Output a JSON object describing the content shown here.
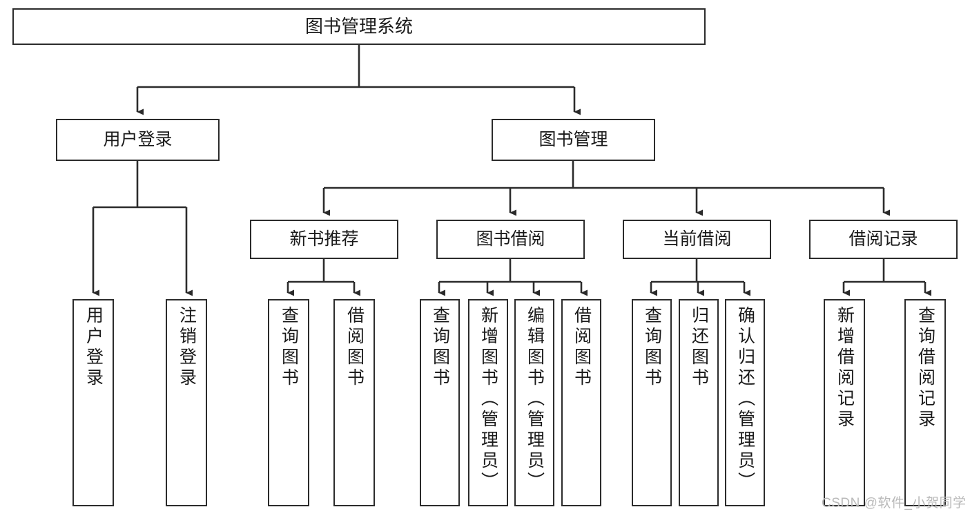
{
  "diagram": {
    "title": "图书管理系统",
    "type": "tree-hierarchy-diagram",
    "watermark": "CSDN @软件_小贺同学",
    "colors": {
      "background": "#ffffff",
      "box_border": "#2b2b2b",
      "box_fill": "#ffffff",
      "connector": "#2b2b2b",
      "text": "#1a1a1a",
      "watermark": "#b9b9b9"
    },
    "nodes": {
      "root": {
        "label": "图书管理系统"
      },
      "level2": [
        {
          "label": "用户登录"
        },
        {
          "label": "图书管理"
        }
      ],
      "level3": [
        {
          "label": "新书推荐"
        },
        {
          "label": "图书借阅"
        },
        {
          "label": "当前借阅"
        },
        {
          "label": "借阅记录"
        }
      ],
      "leaves": {
        "user_login": [
          {
            "label": "用户登录"
          },
          {
            "label": "注销登录"
          }
        ],
        "new_book_recommend": [
          {
            "label": "查询图书"
          },
          {
            "label": "借阅图书"
          }
        ],
        "book_borrow": [
          {
            "label": "查询图书"
          },
          {
            "label": "新增图书（管理员）"
          },
          {
            "label": "编辑图书（管理员）"
          },
          {
            "label": "借阅图书"
          }
        ],
        "current_borrow": [
          {
            "label": "查询图书"
          },
          {
            "label": "归还图书"
          },
          {
            "label": "确认归还（管理员）"
          }
        ],
        "borrow_record": [
          {
            "label": "新增借阅记录"
          },
          {
            "label": "查询借阅记录"
          }
        ]
      }
    }
  }
}
